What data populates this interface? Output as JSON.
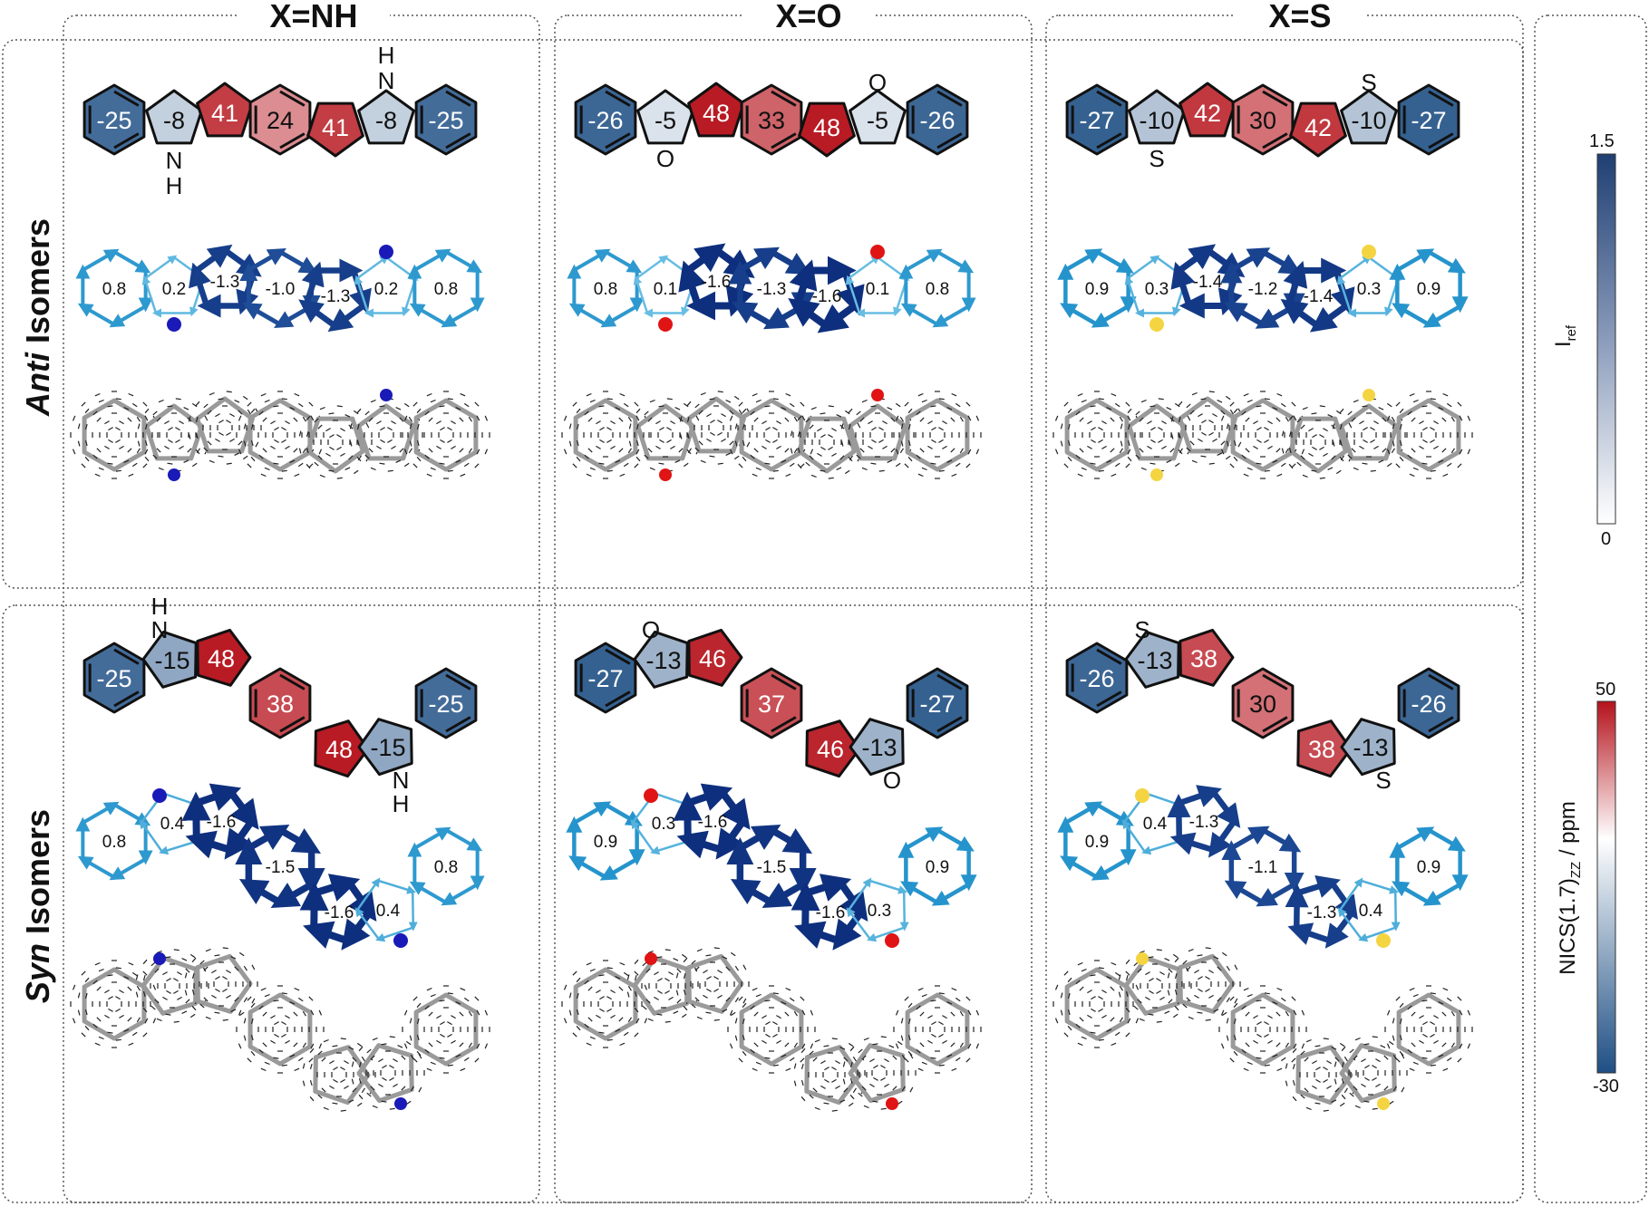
{
  "columns": [
    "X=NH",
    "X=O",
    "X=S"
  ],
  "rows": [
    {
      "italic": "Anti",
      "rest": " Isomers"
    },
    {
      "italic": "Syn",
      "rest": " Isomers"
    }
  ],
  "colorbars": {
    "iref": {
      "label": "I",
      "subscript": "ref",
      "max": "1.5",
      "min": "0",
      "color_top": "#1f3f72",
      "color_bottom": "#ffffff"
    },
    "nics": {
      "label": "NICS(1.7)",
      "subscript": "ZZ",
      "unit": " / ppm",
      "max": "50",
      "min": "-30",
      "color_top": "#b5121b",
      "color_mid": "#ffffff",
      "color_bottom": "#1e4f84"
    }
  },
  "heteroatom_colors": {
    "NH": "#1a1ab8",
    "O": "#e01414",
    "S": "#f5d442"
  },
  "panels": [
    {
      "col": 0,
      "row": 0,
      "isomer": "anti",
      "hetero": "NH",
      "labels": [
        "N",
        "H",
        "N",
        "H"
      ],
      "nics": [
        "-25",
        "-8",
        "41",
        "24",
        "41",
        "-8",
        "-25"
      ],
      "current": [
        "0.8",
        "0.2",
        "-1.3",
        "-1.0",
        "-1.3",
        "0.2",
        "0.8"
      ]
    },
    {
      "col": 1,
      "row": 0,
      "isomer": "anti",
      "hetero": "O",
      "labels": [
        "O",
        "O"
      ],
      "nics": [
        "-26",
        "-5",
        "48",
        "33",
        "48",
        "-5",
        "-26"
      ],
      "current": [
        "0.8",
        "0.1",
        "-1.6",
        "-1.3",
        "-1.6",
        "0.1",
        "0.8"
      ]
    },
    {
      "col": 2,
      "row": 0,
      "isomer": "anti",
      "hetero": "S",
      "labels": [
        "S",
        "S"
      ],
      "nics": [
        "-27",
        "-10",
        "42",
        "30",
        "42",
        "-10",
        "-27"
      ],
      "current": [
        "0.9",
        "0.3",
        "-1.4",
        "-1.2",
        "-1.4",
        "0.3",
        "0.9"
      ]
    },
    {
      "col": 0,
      "row": 1,
      "isomer": "syn",
      "hetero": "NH",
      "labels": [
        "N",
        "H",
        "N",
        "H"
      ],
      "nics": [
        "-25",
        "-15",
        "48",
        "38",
        "48",
        "-15",
        "-25"
      ],
      "current": [
        "0.8",
        "0.4",
        "-1.6",
        "-1.5",
        "-1.6",
        "0.4",
        "0.8"
      ]
    },
    {
      "col": 1,
      "row": 1,
      "isomer": "syn",
      "hetero": "O",
      "labels": [
        "O",
        "O"
      ],
      "nics": [
        "-27",
        "-13",
        "46",
        "37",
        "46",
        "-13",
        "-27"
      ],
      "current": [
        "0.9",
        "0.3",
        "-1.6",
        "-1.5",
        "-1.6",
        "0.3",
        "0.9"
      ]
    },
    {
      "col": 2,
      "row": 1,
      "isomer": "syn",
      "hetero": "S",
      "labels": [
        "S",
        "S"
      ],
      "nics": [
        "-26",
        "-13",
        "38",
        "30",
        "38",
        "-13",
        "-26"
      ],
      "current": [
        "0.9",
        "0.4",
        "-1.3",
        "-1.1",
        "-1.3",
        "0.4",
        "0.9"
      ]
    }
  ]
}
